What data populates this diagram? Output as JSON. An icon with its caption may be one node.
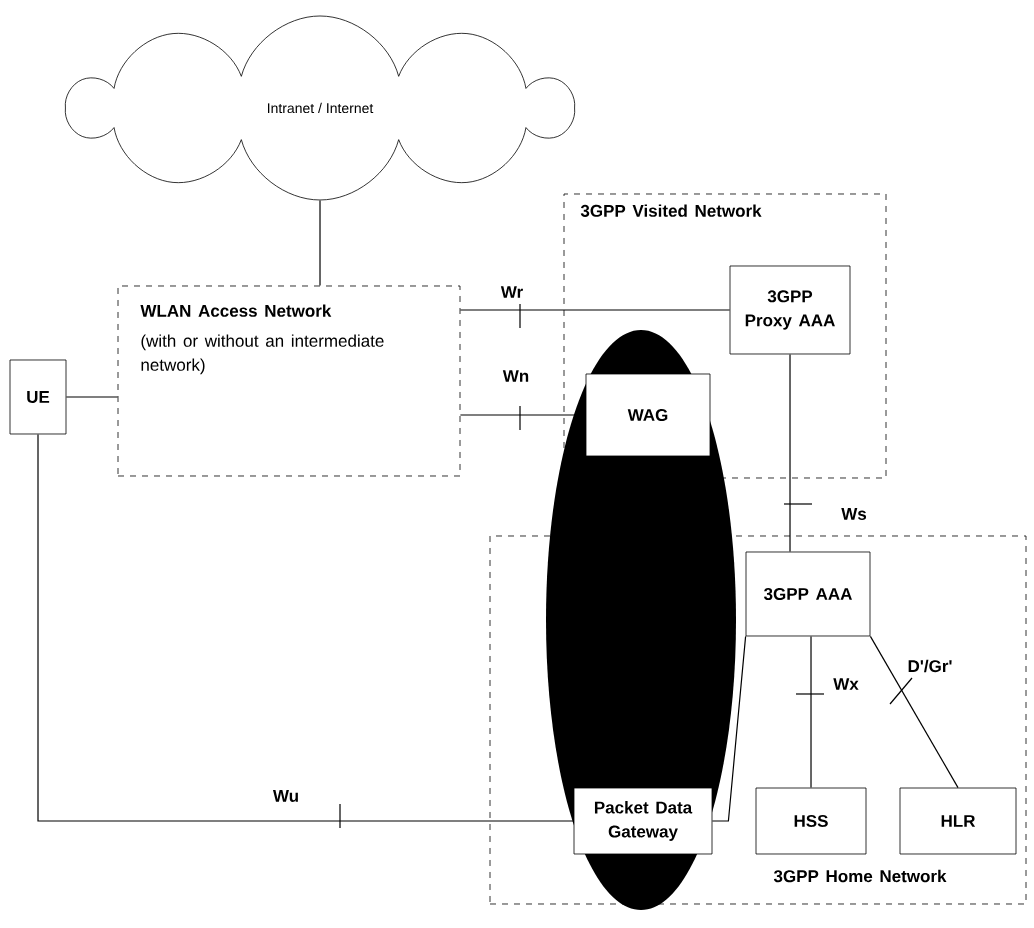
{
  "diagram": {
    "nodes": [
      {
        "text": [
          "Intranet / Internet"
        ]
      },
      {
        "text": [
          "WLAN Access Network",
          "(with or without an intermediate network)"
        ]
      },
      {
        "text": [
          "UE"
        ]
      },
      {
        "text": [
          "3GPP Visited Network"
        ]
      },
      {
        "text": [
          "3GPP Proxy AAA"
        ],
        "in": 3
      },
      {
        "text": [],
        "shape": "ellipse"
      },
      {
        "text": [
          "WAG"
        ]
      },
      {
        "text": [
          "3GPP Home Network"
        ]
      },
      {
        "text": [
          "3GPP AAA"
        ],
        "in": 7
      },
      {
        "text": [
          "Packet Data Gateway"
        ]
      },
      {
        "text": [
          "HSS"
        ],
        "in": 7
      },
      {
        "text": [
          "HLR"
        ],
        "in": 7
      }
    ],
    "edges": [
      {
        "from": 0,
        "to": 1,
        "arrow": "none"
      },
      {
        "from": 2,
        "to": 1,
        "arrow": "none"
      },
      {
        "from": 1,
        "to": 4,
        "arrow": "none",
        "label": "Wr"
      },
      {
        "from": 1,
        "to": 6,
        "arrow": "none",
        "label": "Wn"
      },
      {
        "from": 4,
        "to": 8,
        "arrow": "none",
        "label": "Ws"
      },
      {
        "from": 8,
        "to": 9,
        "arrow": "none"
      },
      {
        "from": 8,
        "to": 10,
        "arrow": "none",
        "label": "Wx"
      },
      {
        "from": 8,
        "to": 11,
        "arrow": "none",
        "label": "D'/Gr'"
      },
      {
        "from": 2,
        "to": 9,
        "arrow": "none",
        "label": "Wu"
      }
    ]
  }
}
